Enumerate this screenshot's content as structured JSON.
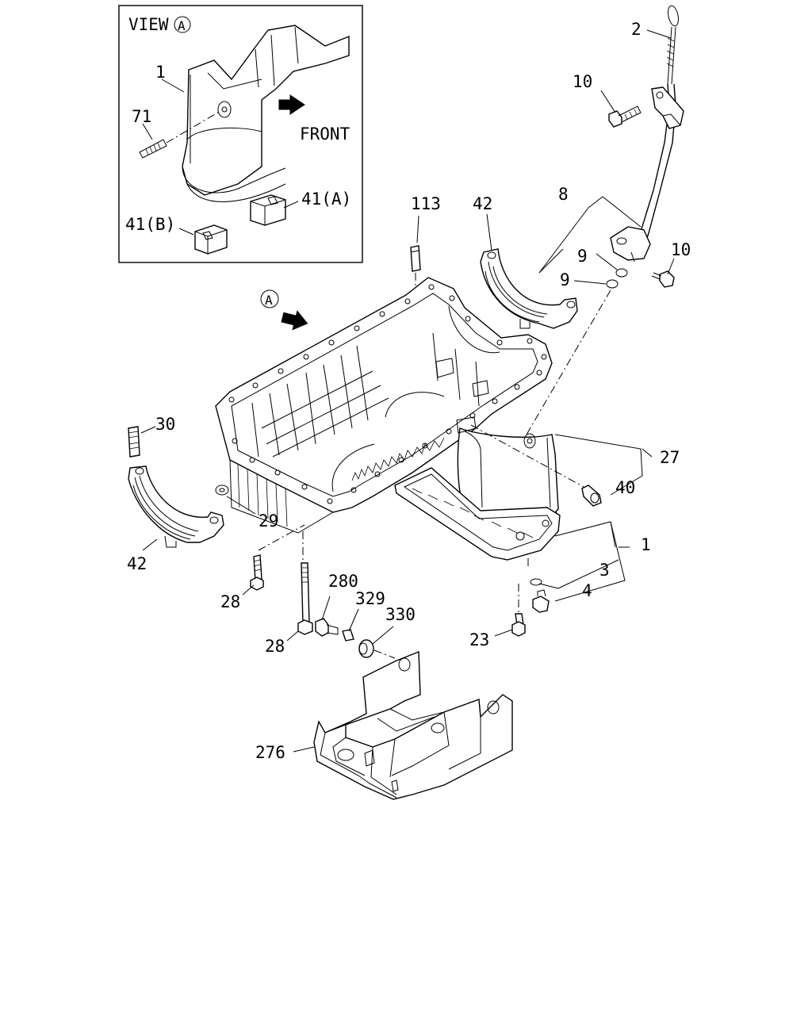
{
  "view_box": {
    "title": "VIEW",
    "circle_letter": "A",
    "front_label": "FRONT"
  },
  "view_marker": {
    "letter": "A"
  },
  "callouts": {
    "c1_inset": "1",
    "c71": "71",
    "c41a": "41(A)",
    "c41b": "41(B)",
    "c2": "2",
    "c10_top": "10",
    "c8": "8",
    "c9_a": "9",
    "c9_b": "9",
    "c10_right": "10",
    "c113": "113",
    "c42_top": "42",
    "c30": "30",
    "c27": "27",
    "c40": "40",
    "c29": "29",
    "c1_main": "1",
    "c42_left": "42",
    "c3": "3",
    "c4": "4",
    "c28_left": "28",
    "c280": "280",
    "c329": "329",
    "c330": "330",
    "c28_mid": "28",
    "c23": "23",
    "c276": "276"
  },
  "colors": {
    "ink": "#000000",
    "paper": "#ffffff"
  }
}
